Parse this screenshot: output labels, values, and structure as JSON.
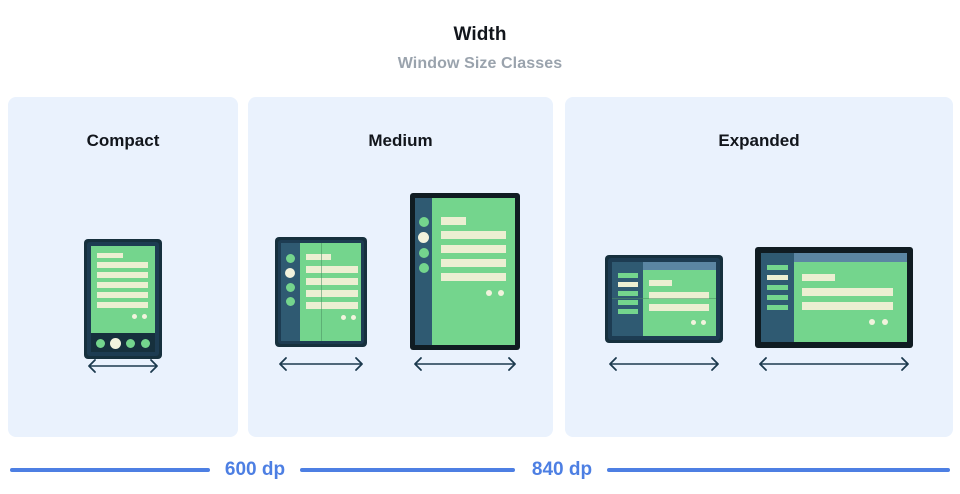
{
  "header": {
    "title": "Width",
    "subtitle": "Window Size Classes"
  },
  "panels": [
    {
      "id": "compact",
      "label": "Compact"
    },
    {
      "id": "medium",
      "label": "Medium"
    },
    {
      "id": "expanded",
      "label": "Expanded"
    }
  ],
  "breakpoints": [
    {
      "label": "600 dp"
    },
    {
      "label": "840 dp"
    }
  ],
  "colors": {
    "page_background": "#ffffff",
    "panel_background": "#eaf2fd",
    "title_text": "#12161c",
    "subtitle_text": "#9aa3ad",
    "device_frame": "#16303d",
    "device_frame_dark": "#12262f",
    "screen_green": "#74d58d",
    "content_cream": "#ecefd2",
    "nav_rail": "#2f5a72",
    "top_bar": "#5b86a3",
    "ruler_blue": "#4d7fe3",
    "arrow_stroke": "#1c3a4e"
  },
  "devices": {
    "compact_phone": {
      "name": "phone-portrait",
      "nav_dots": 4,
      "content_bars": 6,
      "fab_dots": 2
    },
    "medium_foldable": {
      "name": "foldable-portrait-open",
      "rail_dots": 4,
      "content_bars": 5,
      "fab_dots": 2,
      "has_crease": true
    },
    "medium_tablet": {
      "name": "tablet-portrait",
      "rail_dots": 4,
      "content_bars": 5,
      "fab_dots": 2
    },
    "expanded_foldable": {
      "name": "foldable-landscape-open",
      "rail_bars": 5,
      "content_bars": 3,
      "fab_dots": 2,
      "has_crease": true,
      "has_top_bar": true
    },
    "expanded_tablet": {
      "name": "tablet-landscape",
      "rail_bars": 5,
      "content_bars": 3,
      "fab_dots": 2,
      "has_top_bar": true
    }
  },
  "arrows": {
    "icon": "double-headed-horizontal-arrow",
    "count": 5
  }
}
